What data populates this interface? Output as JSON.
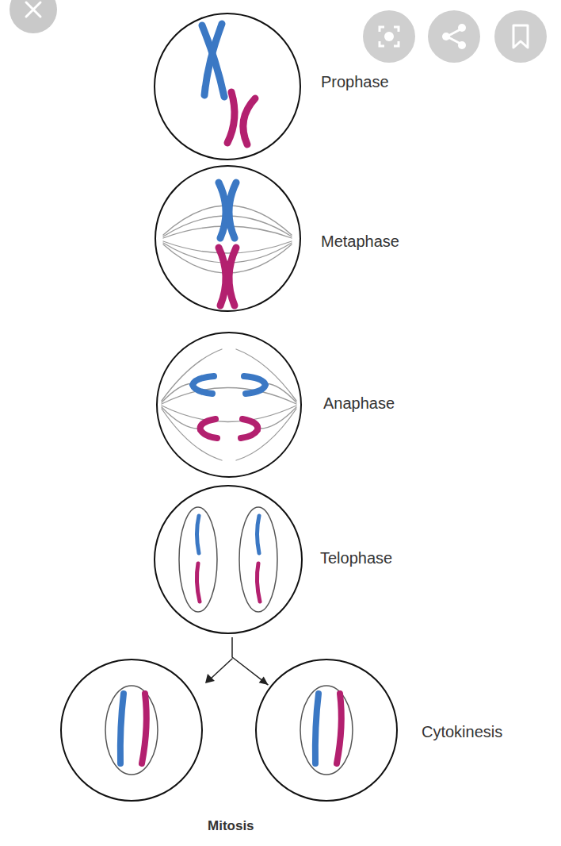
{
  "diagram": {
    "caption": "Mitosis",
    "nodes": [
      {
        "text": [
          "Prophase"
        ]
      },
      {
        "text": [
          "Metaphase"
        ]
      },
      {
        "text": [
          "Anaphase"
        ]
      },
      {
        "text": [
          "Telophase"
        ]
      },
      {
        "text": [
          "Cytokinesis"
        ]
      }
    ],
    "edges": [
      {
        "from": 3,
        "to": 4,
        "arrow": "to"
      }
    ]
  }
}
